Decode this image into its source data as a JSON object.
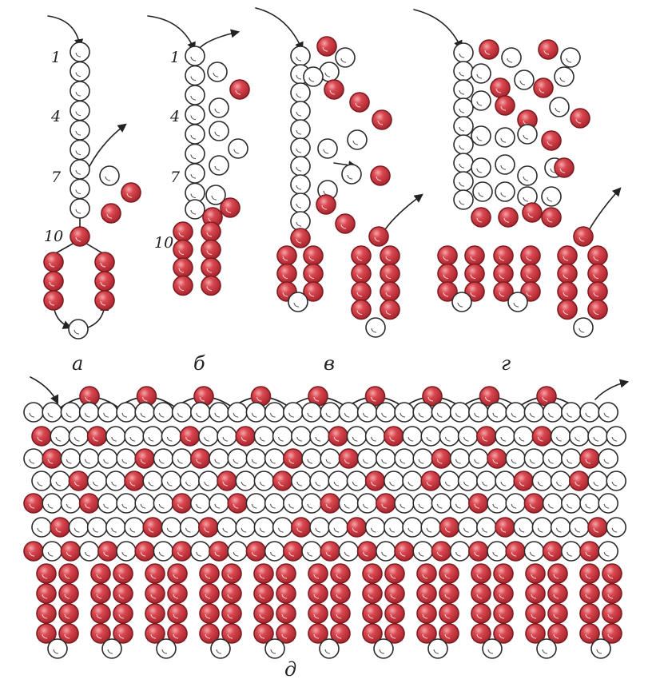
{
  "colors": {
    "red_bead": "#cc3b45",
    "red_bead_edge": "#7e1c22",
    "white_bead": "#ffffff",
    "white_bead_edge": "#2b2b2b",
    "thread": "#222222"
  },
  "icons": [
    "arrow-icon",
    "bead-white-icon",
    "bead-red-icon"
  ],
  "labels": {
    "n1": "1",
    "n4": "4",
    "n7": "7",
    "n10": "10",
    "a": "а",
    "b": "б",
    "v": "в",
    "g": "г",
    "d": "д"
  }
}
